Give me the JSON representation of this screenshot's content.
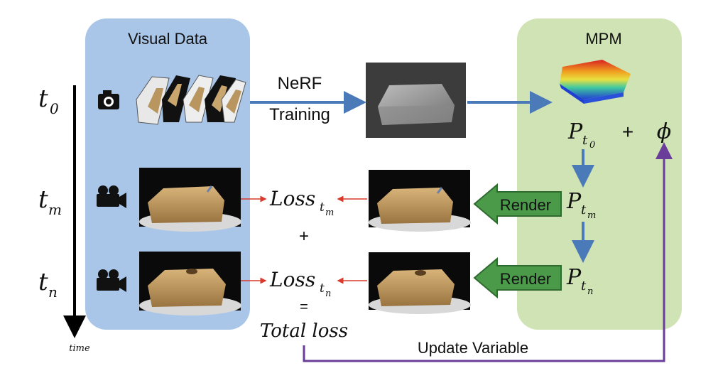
{
  "visual_panel": {
    "title": "Visual Data"
  },
  "mpm_panel": {
    "title": "MPM"
  },
  "timeline": {
    "t0": "t",
    "t0_sub": "0",
    "tm": "t",
    "tm_sub": "m",
    "tn": "t",
    "tn_sub": "n",
    "axis_label": "time"
  },
  "nerf": {
    "line1": "NeRF",
    "line2": "Training"
  },
  "particles": {
    "p0": "P",
    "p0_sub": "t",
    "p0_subsub": "0",
    "pm": "P",
    "pm_sub": "t",
    "pm_subsub": "m",
    "pn": "P",
    "pn_sub": "t",
    "pn_subsub": "n",
    "plus": "+",
    "phi": "ϕ"
  },
  "render": {
    "label_m": "Render",
    "label_n": "Render"
  },
  "loss": {
    "loss_m": "Loss",
    "loss_m_sub": "t",
    "loss_m_subsub": "m",
    "plus": "+",
    "loss_n": "Loss",
    "loss_n_sub": "t",
    "loss_n_subsub": "n",
    "equals": "=",
    "total": "Total loss"
  },
  "update": {
    "label": "Update Variable"
  },
  "colors": {
    "visual_panel_fill": "#a9c6e8",
    "mpm_panel_fill": "#cfe3b5",
    "blue_arrow": "#4a7ab8",
    "red_arrow": "#d93a2b",
    "purple_line": "#6a3d9a",
    "render_arrow": "#4a9a4a"
  },
  "icons": [
    "camera-icon",
    "video-camera-icon"
  ]
}
